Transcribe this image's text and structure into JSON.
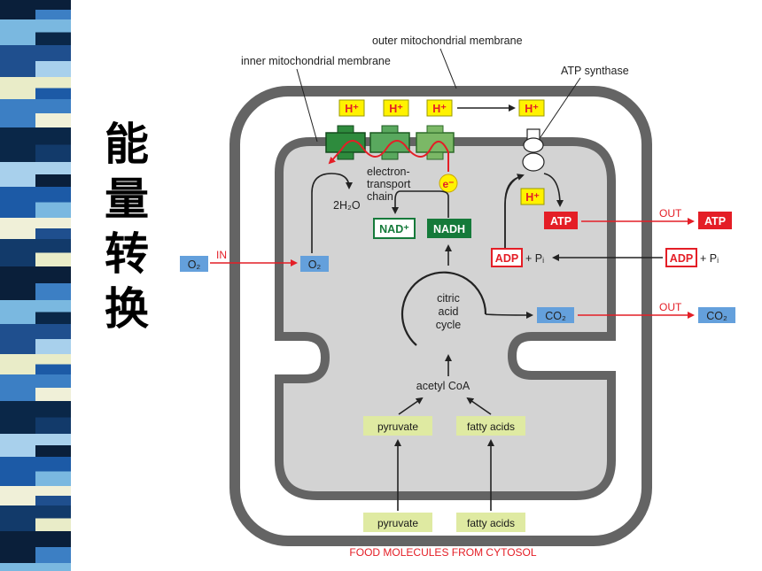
{
  "title_chars": [
    "能",
    "量",
    "转",
    "换"
  ],
  "labels": {
    "outer_membrane": "outer mitochondrial membrane",
    "inner_membrane": "inner mitochondrial membrane",
    "atp_synthase": "ATP synthase",
    "etc_line1": "electron-",
    "etc_line2": "transport",
    "etc_line3": "chain",
    "water": "2H₂O",
    "electron": "e⁻",
    "nad": "NAD⁺",
    "nadh": "NADH",
    "citric1": "citric",
    "citric2": "acid",
    "citric3": "cycle",
    "acetyl_coa": "acetyl CoA",
    "pyruvate_inner": "pyruvate",
    "fatty_inner": "fatty acids",
    "pyruvate_outer": "pyruvate",
    "fatty_outer": "fatty acids",
    "food_molecules": "FOOD MOLECULES FROM CYTOSOL",
    "o2_outside": "O₂",
    "o2_inside": "O₂",
    "in_label": "IN",
    "atp_inside": "ATP",
    "atp_outside": "ATP",
    "out_atp": "OUT",
    "adp_inside": "ADP",
    "adp_outside": "ADP",
    "pi_inside": "+ Pᵢ",
    "pi_outside": "+ Pᵢ",
    "co2_inside": "CO₂",
    "co2_outside": "CO₂",
    "out_co2": "OUT",
    "h_plus": [
      "H⁺",
      "H⁺",
      "H⁺",
      "H⁺",
      "H⁺"
    ]
  },
  "colors": {
    "membrane": "#646464",
    "matrix": "#d3d3d3",
    "proton_box": "#fff200",
    "proton_text": "#e41e26",
    "accent_red": "#e41e26",
    "o2_co2_box": "#64a0dc",
    "food_box": "#dfeaa2",
    "nadh_box": "#157a3a",
    "complex_green": "#2e8b3d"
  }
}
